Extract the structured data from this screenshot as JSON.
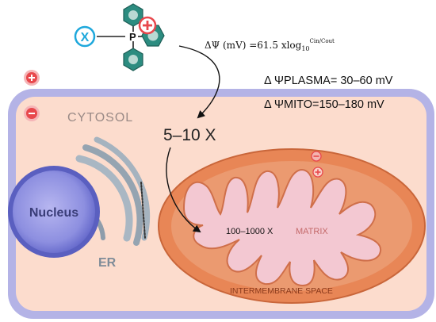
{
  "figure": {
    "tpp_cation": {
      "x_label": "X",
      "p_label": "P",
      "charge_symbol": "+"
    },
    "equation": {
      "main": "ΔΨ (mV) =61.5 xlog",
      "sub": "10",
      "sup": "Cin/Cout"
    },
    "potentials": {
      "plasma": "Δ ΨPLASMA= 30–60 mV",
      "mito": "Δ ΨMITO=150–180 mV"
    },
    "charges": {
      "outside_positive": "+",
      "inside_negative": "−",
      "mito_negative": "−",
      "mito_positive": "+"
    },
    "labels": {
      "cytosol": "CYTOSOL",
      "cytosol_accumulation": "5–10 X",
      "nucleus": "Nucleus",
      "er": "ER",
      "matrix_accumulation": "100–1000 X",
      "matrix": "MATRIX",
      "intermembrane": "INTERMEMBRANE SPACE"
    },
    "colors": {
      "cell_membrane": "#b4b3e6",
      "cytosol": "#fcdccd",
      "mito_outer": "#e88656",
      "cristae": "#f3c8d2",
      "nucleus": "#7c7fd8",
      "er": "#8e9dab",
      "tpp_ring": "#2c8c80",
      "charge_red": "#e8484d",
      "x_blue": "#1ea8dc"
    }
  }
}
